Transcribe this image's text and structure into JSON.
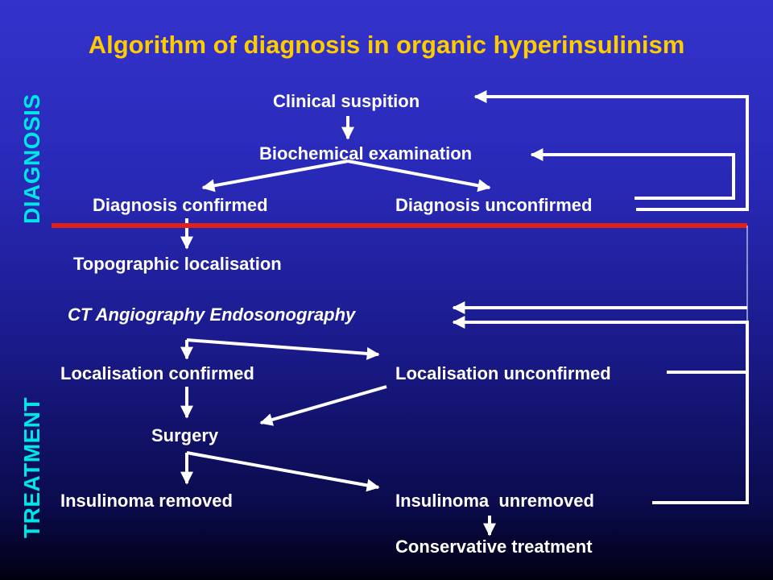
{
  "title": "Algorithm of diagnosis in organic hyperinsulinism",
  "sections": {
    "diagnosis": "DIAGNOSIS",
    "treatment": "TREATMENT"
  },
  "nodes": {
    "clinical": "Clinical suspition",
    "biochemical": "Biochemical examination",
    "diag_confirmed": "Diagnosis confirmed",
    "diag_unconfirmed": "Diagnosis unconfirmed",
    "topographic": "Topographic localisation",
    "imaging": "CT Angiography Endosonography",
    "loc_confirmed": "Localisation confirmed",
    "loc_unconfirmed": "Localisation unconfirmed",
    "surgery": "Surgery",
    "removed": "Insulinoma removed",
    "unremoved": "Insulinoma  unremoved",
    "conservative": "Conservative treatment"
  },
  "colors": {
    "title": "#ffcc00",
    "section_labels": "#00e6e6",
    "divider": "#e0201a",
    "text": "#ffffff"
  }
}
